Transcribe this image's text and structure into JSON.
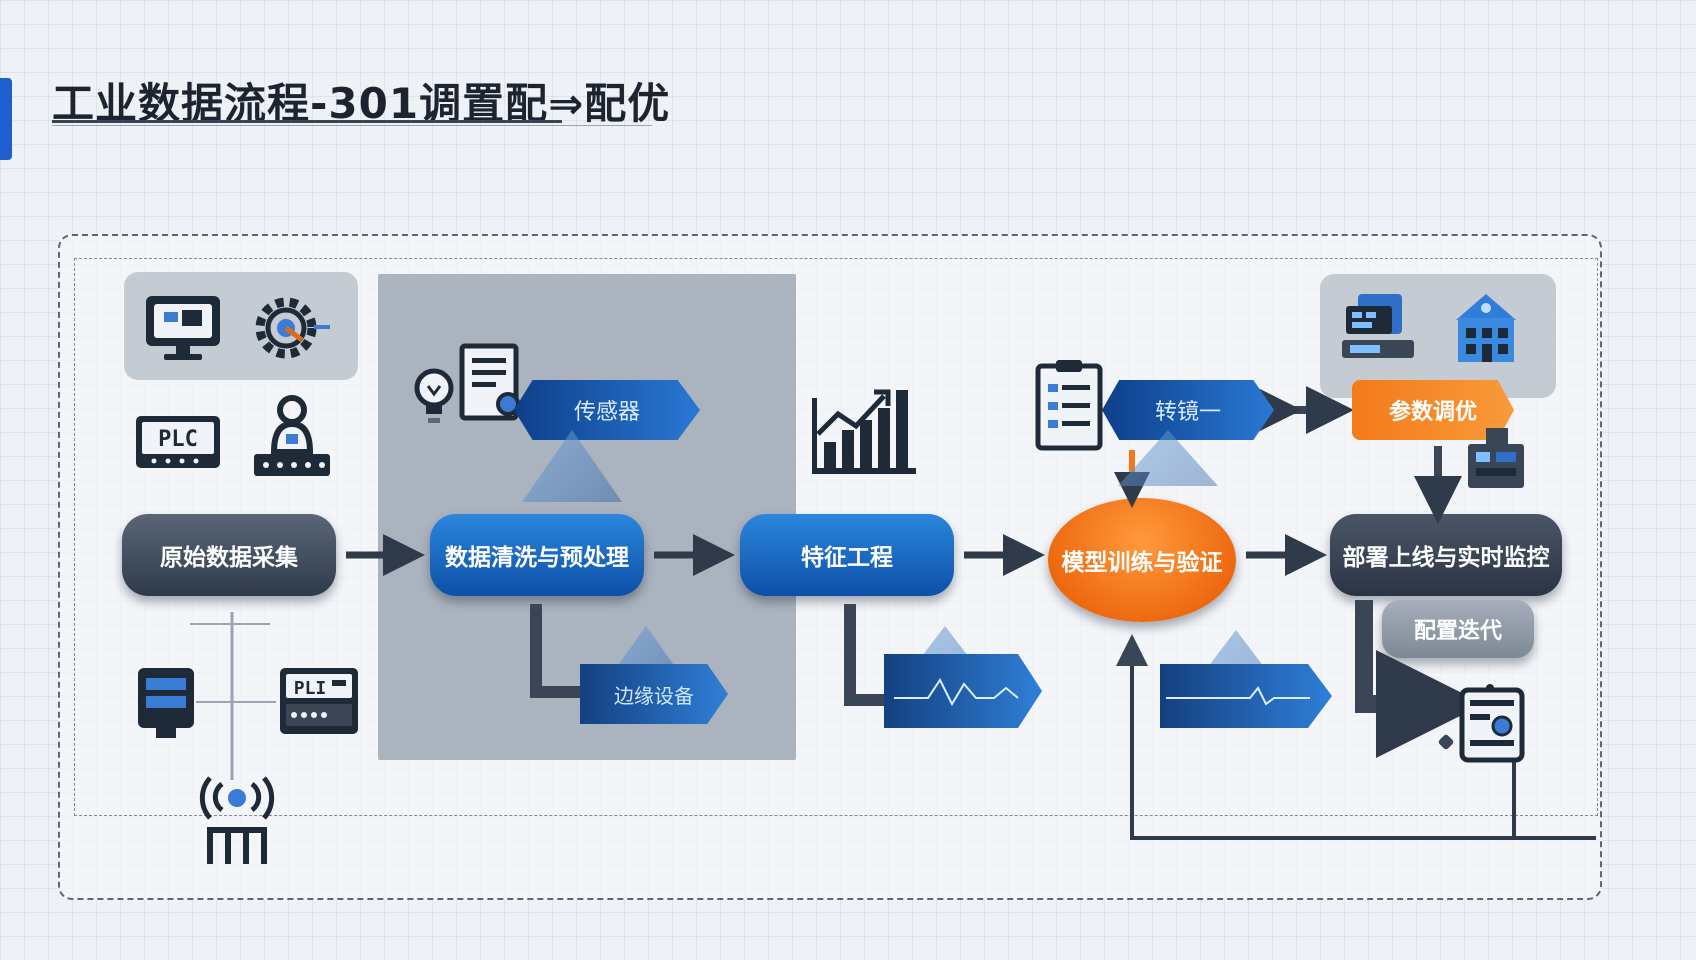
{
  "title": "工业数据流程-301调置配⇒配优",
  "colors": {
    "accent_blue": "#1565c0",
    "accent_orange": "#f07a1a",
    "dark_node": "#3a4556"
  },
  "nodes": {
    "raw": "原始数据采集",
    "clean": "数据清洗与预处理",
    "feature": "特征工程",
    "train": "模型训练与验证",
    "deploy": "部署上线与实时监控",
    "iterate": "配置迭代"
  },
  "tags": {
    "sensor": "传感器",
    "edge": "边缘设备",
    "transform": "转镜一",
    "tuning": "参数调优"
  },
  "device_labels": {
    "plc1": "PLC",
    "plc2": "PLI"
  },
  "icons": [
    "monitor-icon",
    "gear-icon",
    "plc-icon",
    "operator-icon",
    "bulb-icon",
    "document-icon",
    "chart-icon",
    "clipboard-icon",
    "server-icon",
    "building-icon",
    "panel-icon",
    "antenna-icon",
    "dashboard-icon"
  ]
}
